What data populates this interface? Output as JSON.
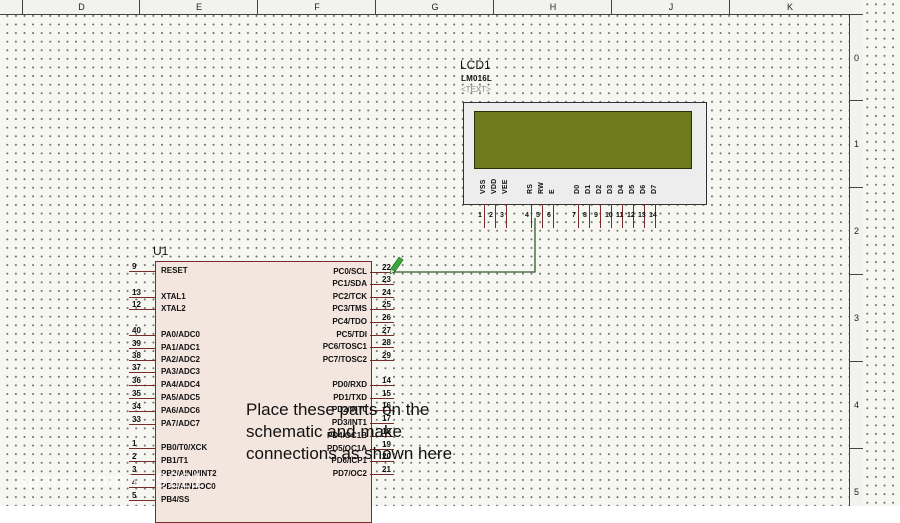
{
  "ruler": {
    "columns": [
      "D",
      "E",
      "F",
      "G",
      "H",
      "J",
      "K"
    ],
    "rows": [
      "0",
      "1",
      "2",
      "3",
      "4",
      "5"
    ]
  },
  "lcd": {
    "ref": "LCD1",
    "part": "LM016L",
    "text_tag": "<TEXT>",
    "pins": [
      {
        "name": "VSS",
        "num": "1"
      },
      {
        "name": "VDD",
        "num": "2"
      },
      {
        "name": "VEE",
        "num": "3"
      },
      {
        "name": "RS",
        "num": "4"
      },
      {
        "name": "RW",
        "num": "5"
      },
      {
        "name": "E",
        "num": "6"
      },
      {
        "name": "D0",
        "num": "7"
      },
      {
        "name": "D1",
        "num": "8"
      },
      {
        "name": "D2",
        "num": "9"
      },
      {
        "name": "D3",
        "num": "10"
      },
      {
        "name": "D4",
        "num": "11"
      },
      {
        "name": "D5",
        "num": "12"
      },
      {
        "name": "D6",
        "num": "13"
      },
      {
        "name": "D7",
        "num": "14"
      }
    ],
    "screen_color": "#6f7a1a"
  },
  "mcu": {
    "ref": "U1",
    "left_pins": [
      {
        "num": "9",
        "name": "RESET"
      },
      {
        "num": "13",
        "name": "XTAL1"
      },
      {
        "num": "12",
        "name": "XTAL2"
      },
      {
        "num": "40",
        "name": "PA0/ADC0"
      },
      {
        "num": "39",
        "name": "PA1/ADC1"
      },
      {
        "num": "38",
        "name": "PA2/ADC2"
      },
      {
        "num": "37",
        "name": "PA3/ADC3"
      },
      {
        "num": "36",
        "name": "PA4/ADC4"
      },
      {
        "num": "35",
        "name": "PA5/ADC5"
      },
      {
        "num": "34",
        "name": "PA6/ADC6"
      },
      {
        "num": "33",
        "name": "PA7/ADC7"
      },
      {
        "num": "1",
        "name": "PB0/T0/XCK"
      },
      {
        "num": "2",
        "name": "PB1/T1"
      },
      {
        "num": "3",
        "name": "PB2/AIN0/INT2"
      },
      {
        "num": "4",
        "name": "PB3/AIN1/OC0"
      },
      {
        "num": "5",
        "name": "PB4/SS"
      }
    ],
    "right_pins": [
      {
        "num": "22",
        "name": "PC0/SCL"
      },
      {
        "num": "23",
        "name": "PC1/SDA"
      },
      {
        "num": "24",
        "name": "PC2/TCK"
      },
      {
        "num": "25",
        "name": "PC3/TMS"
      },
      {
        "num": "26",
        "name": "PC4/TDO"
      },
      {
        "num": "27",
        "name": "PC5/TDI"
      },
      {
        "num": "28",
        "name": "PC6/TOSC1"
      },
      {
        "num": "29",
        "name": "PC7/TOSC2"
      },
      {
        "num": "14",
        "name": "PD0/RXD"
      },
      {
        "num": "15",
        "name": "PD1/TXD"
      },
      {
        "num": "16",
        "name": "PD2/INT0"
      },
      {
        "num": "17",
        "name": "PD3/INT1"
      },
      {
        "num": "18",
        "name": "PD4/OC1B"
      },
      {
        "num": "19",
        "name": "PD5/OC1A"
      },
      {
        "num": "20",
        "name": "PD6/ICP1"
      },
      {
        "num": "21",
        "name": "PD7/OC2"
      }
    ]
  },
  "instruction": "Place these parts on the\nschematic and make\nconnections as shown here",
  "watermark": "aparat.com/uc9221",
  "colors": {
    "wire": "#2f5a2a",
    "pin": "#7a2a2a",
    "cursor": "#3aa63a"
  }
}
